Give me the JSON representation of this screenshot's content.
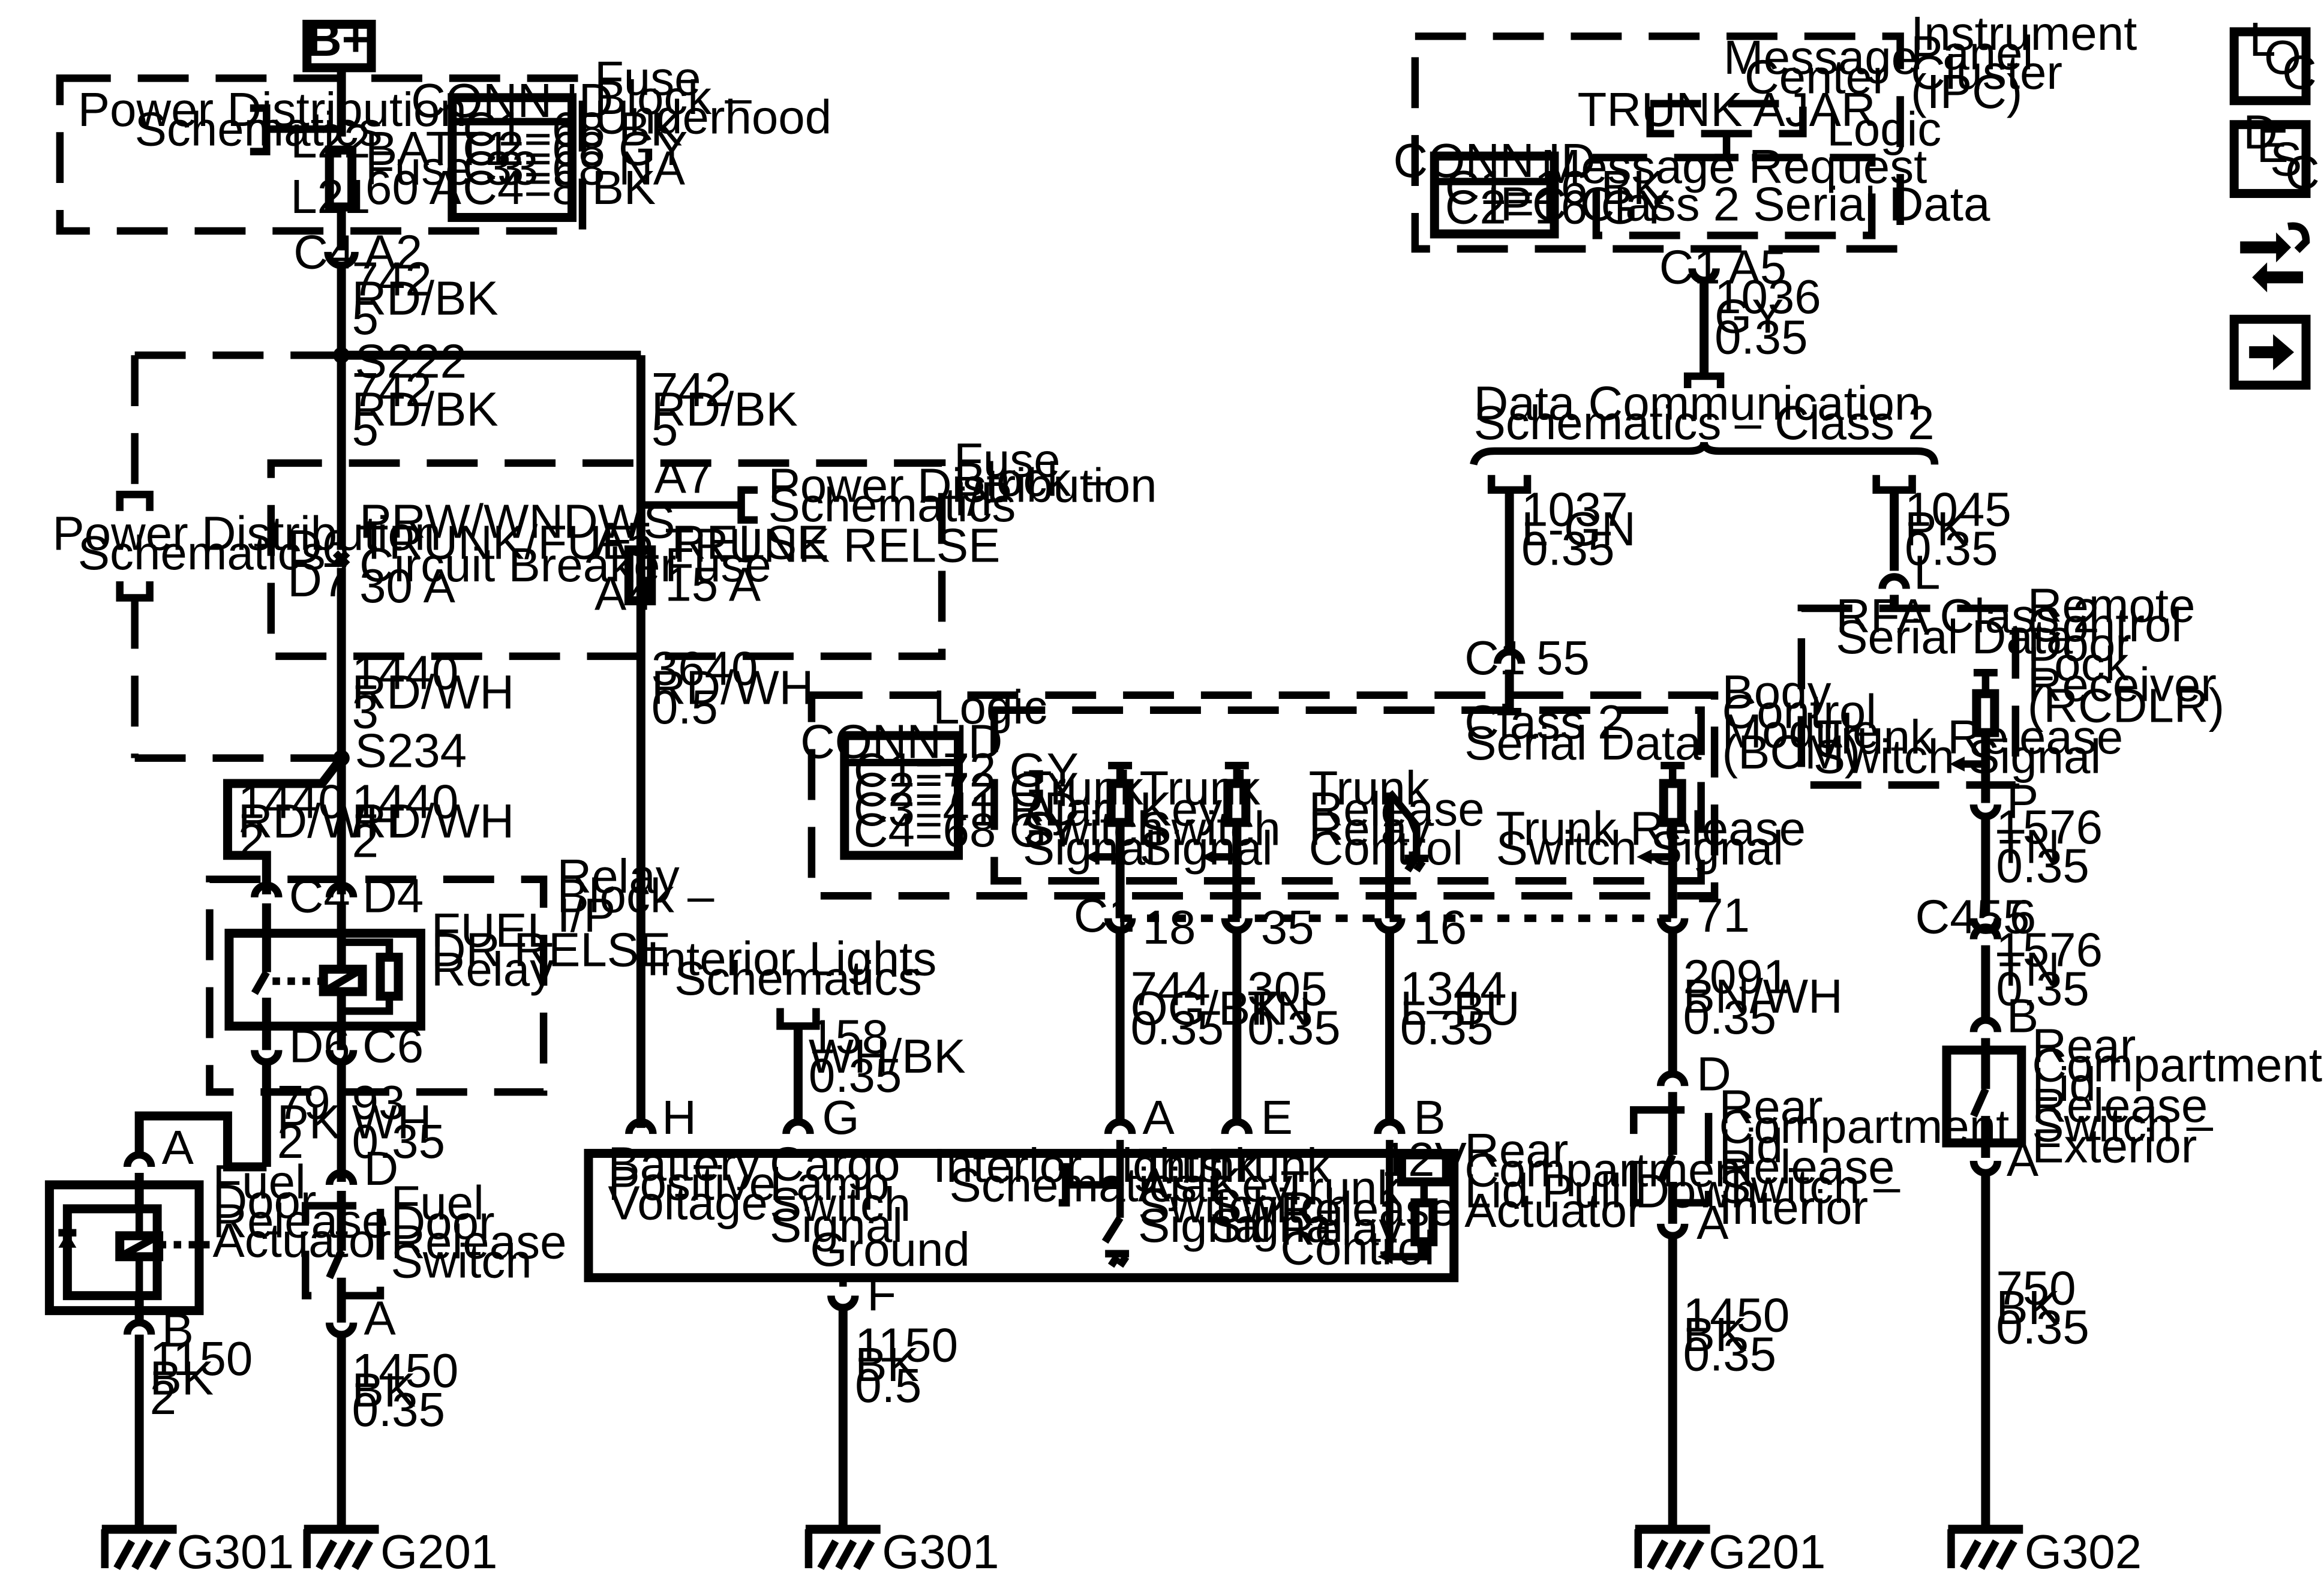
{
  "power": {
    "bplus": "B+",
    "pd_schem": [
      "Power Distribution",
      "Schematics"
    ],
    "fuse_block_uh": [
      "Fuse",
      "Block –",
      "Underhood"
    ],
    "conn_id_title": "CONN ID",
    "conn_uh": [
      "C1=68 BK",
      "C2=68 GY",
      "C3=68 NA",
      "C4=8 BK"
    ],
    "l22": "L22",
    "l21": "L21",
    "batt_fuse": [
      "BATT1",
      "Fuse 33",
      "60 A"
    ],
    "c4": "C4",
    "a2": "A2",
    "wire_742": [
      "742",
      "RD/BK",
      "5"
    ],
    "s222": "S222",
    "fuse_block_ip": [
      "Fuse",
      "Block –",
      "I/P"
    ],
    "a7": "A7",
    "a5": "A5",
    "a4": "A4",
    "trunk_fuse": [
      "TRUNK RELSE",
      "Fuse",
      "15 A"
    ],
    "d6": "D6",
    "d7": "D7",
    "cb": [
      "PRW/WNDWS",
      "TRUNK/FUEL RELSE",
      "Circuit Breaker",
      "30 A"
    ],
    "wire_1440_3": [
      "1440",
      "RD/WH",
      "3"
    ],
    "wire_3640": [
      "3640",
      "RD/WH",
      "0.5"
    ],
    "s234": "S234",
    "wire_1440_2": [
      "1440",
      "RD/WH",
      "2"
    ]
  },
  "relay": {
    "block": [
      "Relay",
      "Block –",
      "I/P"
    ],
    "name": [
      "FUEL",
      "DR RELSE",
      "Relay"
    ],
    "c4": "C4",
    "d4": "D4",
    "d6": "D6",
    "c6": "C6",
    "wire_79": [
      "79",
      "PK",
      "2"
    ],
    "wire_93": [
      "93",
      "WH",
      "0.35"
    ]
  },
  "fuel_door": {
    "a": "A",
    "b": "B",
    "actuator": [
      "Fuel",
      "Door",
      "Release",
      "Actuator"
    ],
    "d": "D",
    "switch": [
      "Fuel",
      "Door",
      "Release",
      "Switch"
    ],
    "a2": "A",
    "wire_1150": [
      "1150",
      "BK",
      "2"
    ],
    "wire_1450": [
      "1450",
      "BK",
      "0.35"
    ],
    "g301": "G301",
    "g201": "G201"
  },
  "ipc": {
    "name": [
      "Instrument",
      "Panel",
      "Cluster",
      "(IPC)"
    ],
    "msg_center": [
      "Message",
      "Center"
    ],
    "trunk_ajar": "TRUNK AJAR",
    "logic": "Logic",
    "msg_request": "Message Request",
    "serial": "IPC Class 2 Serial Data",
    "conn_title": "CONN ID",
    "conn": [
      "C1=16 BK",
      "C2=16 GY"
    ],
    "c1": "C1",
    "a5": "A5",
    "wire_1036": [
      "1036",
      "GY",
      "0.35"
    ],
    "dcs": [
      "Data Communication",
      "Schematics – Class 2"
    ],
    "wire_1037": [
      "1037",
      "L-GN",
      "0.35"
    ],
    "wire_1045": [
      "1045",
      "PK",
      "0.35"
    ],
    "l": "L"
  },
  "rcdlr": {
    "name": [
      "Remote",
      "Control",
      "Door",
      "Lock",
      "Receiver",
      "(RCDLR)"
    ],
    "rfa": [
      "RFA Class 2",
      "Serial Data"
    ],
    "trs": [
      "Trunk Release",
      "Switch Signal"
    ],
    "p": "P",
    "wire_1576a": [
      "1576",
      "TN",
      "0.35"
    ],
    "c455": "C455",
    "six": "6",
    "wire_1576b": [
      "1576",
      "TN",
      "0.35"
    ],
    "b": "B",
    "switch": [
      "Rear",
      "Compartment",
      "Lid",
      "Release",
      "Switch –",
      "Exterior"
    ],
    "a": "A",
    "wire_750": [
      "750",
      "BK",
      "0.35"
    ],
    "g302": "G302"
  },
  "bcm": {
    "c1_top": "C1",
    "p55": "55",
    "logic": "Logic",
    "name": [
      "Body",
      "Control",
      "Module",
      "(BCM)"
    ],
    "class2": [
      "Class 2",
      "Serial Data"
    ],
    "conn_title": "CONN ID",
    "conn": [
      "C1=72 GY",
      "C2=72 GY",
      "C3=41 RD",
      "C4=68 GY"
    ],
    "tas": [
      "Trunk",
      "Ajar",
      "Switch",
      "Signal"
    ],
    "tks": [
      "Trunk",
      "Key",
      "Switch",
      "Signal"
    ],
    "trrc": [
      "Trunk",
      "Release",
      "Relay",
      "Control"
    ],
    "trs": [
      "Trunk Release",
      "Switch Signal"
    ],
    "c1": "C1",
    "p18": "18",
    "p35": "35",
    "p16": "16",
    "p71": "71",
    "wire_744": [
      "744",
      "OG/BK",
      "0.35"
    ],
    "wire_305": [
      "305",
      "TN",
      "0.35"
    ],
    "wire_1344": [
      "1344",
      "L–BU",
      "0.35"
    ],
    "wire_2091": [
      "2091",
      "BN/WH",
      "0.35"
    ]
  },
  "interior": {
    "ils": [
      "Interior Lights",
      "Schematics"
    ],
    "wire_158": [
      "158",
      "WH/BK",
      "0.35"
    ],
    "d": "D",
    "switch": [
      "Rear",
      "Compartment",
      "Lid",
      "Release",
      "Switch –",
      "Interior"
    ],
    "a": "A",
    "wire_1450": [
      "1450",
      "BK",
      "0.35"
    ],
    "g201": "G201"
  },
  "pulldown": {
    "h": "H",
    "g": "G",
    "a": "A",
    "e": "E",
    "b": "B",
    "name": [
      "Rear",
      "Compartment",
      "Lid Pull Down",
      "Actuator"
    ],
    "bpv": [
      "Battery",
      "Positive",
      "Voltage"
    ],
    "cls": [
      "Cargo",
      "Lamp",
      "Switch",
      "Signal"
    ],
    "ground": "Ground",
    "ils": [
      "Interior Lights",
      "Schematics"
    ],
    "tas": [
      "Trunk",
      "Ajar",
      "Switch",
      "Signal"
    ],
    "tks": [
      "Trunk",
      "Key",
      "Switch",
      "Signal"
    ],
    "trrc": [
      "Trunk",
      "Release",
      "Relay",
      "Control"
    ],
    "v12": "12V",
    "f": "F",
    "wire_1150": [
      "1150",
      "BK",
      "0.5"
    ],
    "g301": "G301"
  },
  "nav": {
    "loc": [
      "L",
      "O",
      "C"
    ],
    "desc": [
      "D",
      "E",
      "S",
      "C"
    ]
  }
}
